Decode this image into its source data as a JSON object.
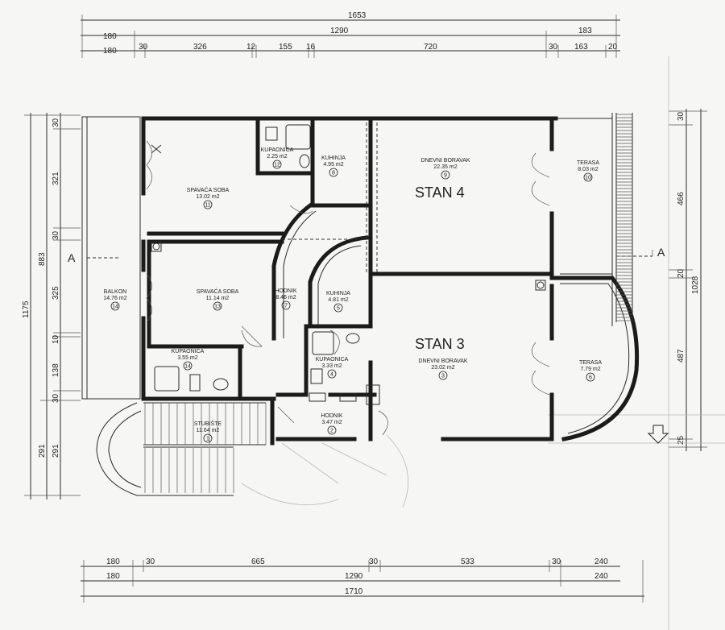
{
  "dimensions": {
    "top": {
      "total": "1653",
      "row2": [
        "180",
        "1290",
        "183"
      ],
      "row3": [
        "180",
        "30",
        "326",
        "12",
        "155",
        "16",
        "720",
        "30",
        "163",
        "20"
      ]
    },
    "bottom": {
      "row1": [
        "180",
        "30",
        "665",
        "30",
        "533",
        "30",
        "240"
      ],
      "row2": [
        "180",
        "1290",
        "240"
      ],
      "total": "1710"
    },
    "left": {
      "total": "1175",
      "mid": "883",
      "segments": [
        "30",
        "321",
        "30",
        "325",
        "10",
        "138",
        "30",
        "291"
      ],
      "bottom_single": "291"
    },
    "right": {
      "total": "1028",
      "segments": [
        "30",
        "466",
        "20",
        "487",
        "25"
      ]
    }
  },
  "section_marks": {
    "left": "A",
    "right": "A"
  },
  "apartments": [
    {
      "label": "STAN 4"
    },
    {
      "label": "STAN 3"
    }
  ],
  "rooms": [
    {
      "name": "SPAVAĆA SOBA",
      "area": "13.02 m2",
      "num": "11"
    },
    {
      "name": "KUPAONICA",
      "area": "2.25 m2",
      "num": "12"
    },
    {
      "name": "KUHINJA",
      "area": "4.95 m2",
      "num": "8"
    },
    {
      "name": "DNEVNI BORAVAK",
      "area": "22.35 m2",
      "num": "9"
    },
    {
      "name": "TERASA",
      "area": "8.03 m2",
      "num": "10"
    },
    {
      "name": "SPAVAĆA SOBA",
      "area": "11.14 m2",
      "num": "13"
    },
    {
      "name": "HODNIK",
      "area": "8.46 m2",
      "num": "7"
    },
    {
      "name": "KUHINJA",
      "area": "4.81 m2",
      "num": "5"
    },
    {
      "name": "BALKON",
      "area": "14.76 m2",
      "num": "14"
    },
    {
      "name": "KUPAONICA",
      "area": "3.55 m2",
      "num": "14"
    },
    {
      "name": "KUPAONICA",
      "area": "3.33 m2",
      "num": "4"
    },
    {
      "name": "DNEVNI BORAVAK",
      "area": "23.02 m2",
      "num": "3"
    },
    {
      "name": "TERASA",
      "area": "7.79 m2",
      "num": "6"
    },
    {
      "name": "STUBIŠTE",
      "area": "11.64 m2",
      "num": "1"
    },
    {
      "name": "HODNIK",
      "area": "3.47 m2",
      "num": "2"
    }
  ]
}
